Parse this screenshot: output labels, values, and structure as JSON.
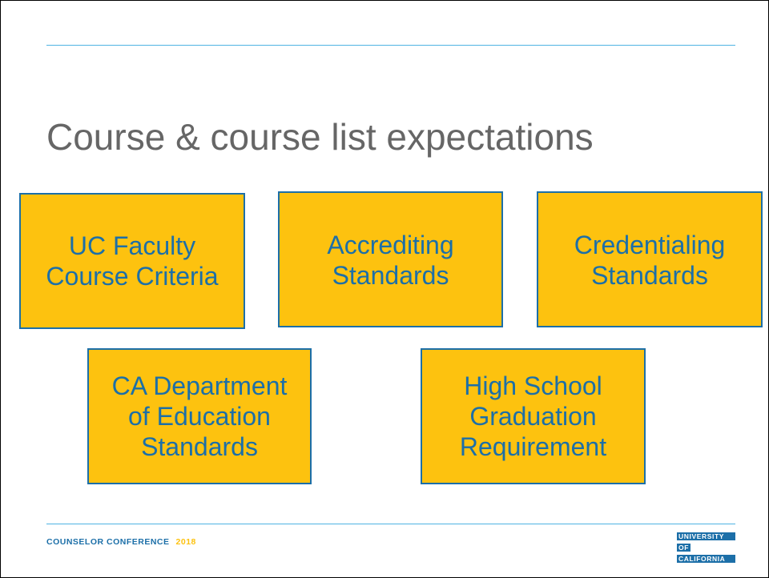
{
  "slide": {
    "title": "Course & course list expectations",
    "boxes": [
      {
        "lines": [
          "UC Faculty",
          "Course Criteria"
        ]
      },
      {
        "lines": [
          "Accrediting",
          "Standards"
        ]
      },
      {
        "lines": [
          "Credentialing",
          "Standards"
        ]
      },
      {
        "lines": [
          "CA Department",
          "of Education",
          "Standards"
        ]
      },
      {
        "lines": [
          "High School",
          "Graduation",
          "Requirement"
        ]
      }
    ]
  },
  "footer": {
    "conference": "COUNSELOR CONFERENCE",
    "year": "2018"
  },
  "logo": {
    "lines": [
      "UNIVERSITY",
      "OF",
      "CALIFORNIA"
    ]
  },
  "colors": {
    "box_fill": "#fdc20f",
    "box_border_and_text": "#1c6fa8",
    "rule": "#4fb3e3",
    "title_text": "#666666"
  }
}
